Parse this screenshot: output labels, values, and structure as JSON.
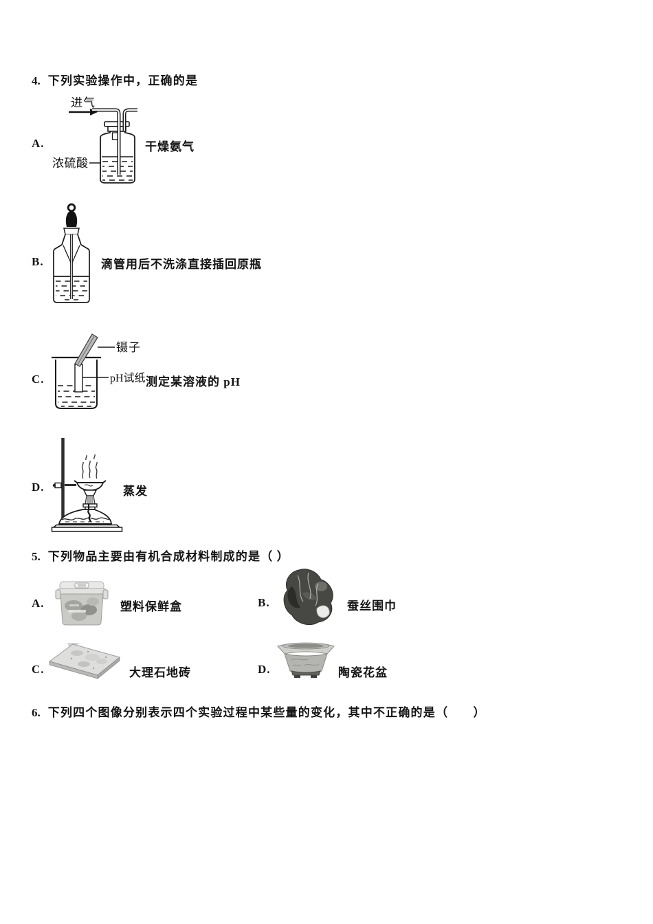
{
  "document": {
    "background": "#ffffff",
    "ink": "#141414",
    "questions": {
      "q4": {
        "number": "4.",
        "text": "下列实验操作中，正确的是",
        "options": [
          {
            "letter": "A.",
            "caption": "干燥氨气",
            "diagram": "gas-washing-bottle",
            "labels": {
              "inlet": "进气",
              "liquid": "浓硫酸"
            }
          },
          {
            "letter": "B.",
            "caption": "滴管用后不洗涤直接插回原瓶",
            "diagram": "dropper-bottle"
          },
          {
            "letter": "C.",
            "caption": "测定某溶液的 pH",
            "diagram": "beaker-with-ph-paper",
            "labels": {
              "tweezers": "镊子",
              "paper": "pH试纸"
            }
          },
          {
            "letter": "D.",
            "caption": "蒸发",
            "diagram": "evaporation-setup"
          }
        ]
      },
      "q5": {
        "number": "5.",
        "text": "下列物品主要由有机合成材料制成的是（ ）",
        "options": [
          {
            "letter": "A.",
            "caption": "塑料保鲜盒",
            "image": "plastic-storage-box"
          },
          {
            "letter": "B.",
            "caption": "蚕丝围巾",
            "image": "silk-scarf"
          },
          {
            "letter": "C.",
            "caption": "大理石地砖",
            "image": "marble-floor-tile"
          },
          {
            "letter": "D.",
            "caption": "陶瓷花盆",
            "image": "ceramic-flower-pot"
          }
        ]
      },
      "q6": {
        "number": "6.",
        "text": "下列四个图像分别表示四个实验过程中某些量的变化，其中不正确的是（　　）"
      }
    }
  }
}
